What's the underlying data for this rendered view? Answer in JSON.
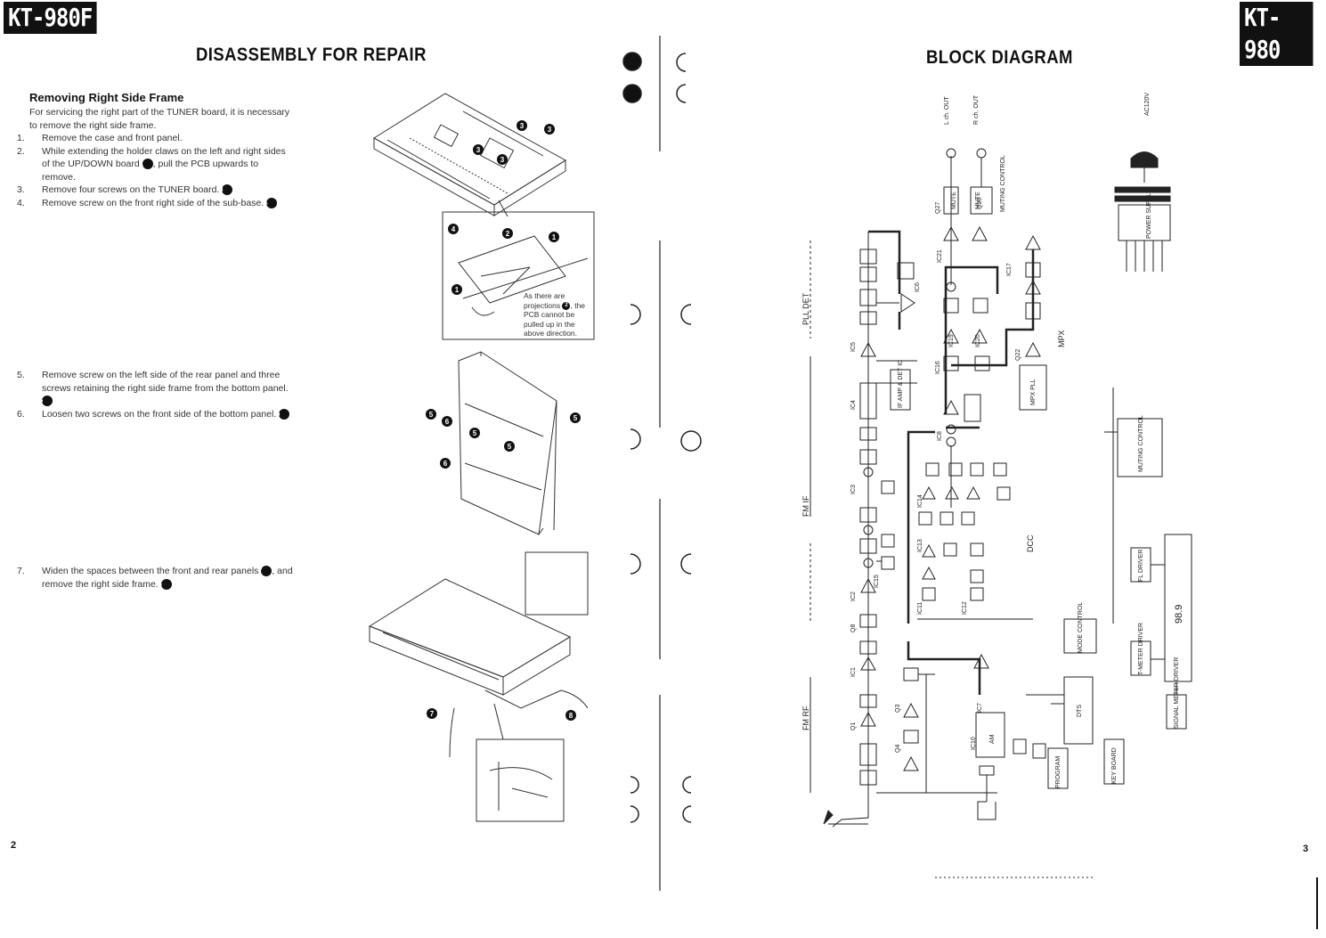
{
  "left_page": {
    "model_tag": "KT-980F",
    "title": "DISASSEMBLY FOR REPAIR",
    "section_heading": "Removing Right Side Frame",
    "intro": "For servicing the right part of the TUNER board, it is necessary to remove the right side frame.",
    "steps_a": [
      {
        "num": "1.",
        "text": "Remove the case and front panel.",
        "callout": ""
      },
      {
        "num": "2.",
        "text": "While extending the holder claws on the left and right sides of the UP/DOWN board",
        "callout": "1",
        "tail": ", pull the PCB upwards to remove."
      },
      {
        "num": "3.",
        "text": "Remove four screws on the TUNER board.",
        "callout": "3",
        "tail": ""
      },
      {
        "num": "4.",
        "text": "Remove screw on the front right side of the sub-base.",
        "callout": "4",
        "tail": ""
      }
    ],
    "steps_b": [
      {
        "num": "5.",
        "text": "Remove screw on the left side of the rear panel and three screws retaining the right side frame from the bottom panel.",
        "callout": "5",
        "tail": ""
      },
      {
        "num": "6.",
        "text": "Loosen two screws on the front side of the bottom panel.",
        "callout": "6",
        "tail": ""
      }
    ],
    "steps_c": [
      {
        "num": "7.",
        "text": "Widen the spaces between the front and rear panels",
        "callout": "7",
        "tail": ", and remove the right side frame.",
        "callout2": "8"
      }
    ],
    "figure_note": "As there are projections",
    "figure_note_callout": "2",
    "figure_note_tail": ", the PCB cannot be pulled up in the above direction.",
    "fig_callouts": [
      "1",
      "2",
      "3",
      "4",
      "5",
      "6",
      "7",
      "8"
    ],
    "page_number": "2"
  },
  "right_page": {
    "model_tag": "KT-980",
    "title": "BLOCK DIAGRAM",
    "page_number": "3",
    "labels": {
      "lch_out": "L ch. OUT",
      "rch_out": "R ch. OUT",
      "ac": "AC120V",
      "power_supply": "POWER SUPPLY",
      "muting_control": "MUTING CONTROL",
      "mute": "MUTE",
      "fm_rf": "FM RF",
      "fm_if": "FM IF",
      "pll_det": "PLL DET",
      "mpx": "MPX",
      "dcc": "DCC",
      "am": "AM",
      "dts": "DTS",
      "program": "PROGRAM",
      "key_board": "KEY BOARD",
      "mode_control": "MODE CONTROL",
      "fl_driver": "FL DRIVER",
      "signal_meter_driver": "SIGNAL METER DRIVER",
      "tmeter_driver": "T-METER DRIVER",
      "mpx_pll": "MPX PLL",
      "if_amp": "IF AMP & DET IC",
      "display_text": "98.9",
      "ic_labels": [
        "IC1",
        "IC2",
        "IC3",
        "IC4",
        "IC5",
        "IC6",
        "IC7",
        "IC8",
        "IC10",
        "IC11",
        "IC12",
        "IC13",
        "IC14",
        "IC15",
        "IC16",
        "IC17",
        "IC19",
        "IC20",
        "IC21"
      ],
      "q_labels": [
        "Q1",
        "Q3",
        "Q4",
        "Q8",
        "Q22",
        "Q26",
        "Q27"
      ]
    }
  }
}
